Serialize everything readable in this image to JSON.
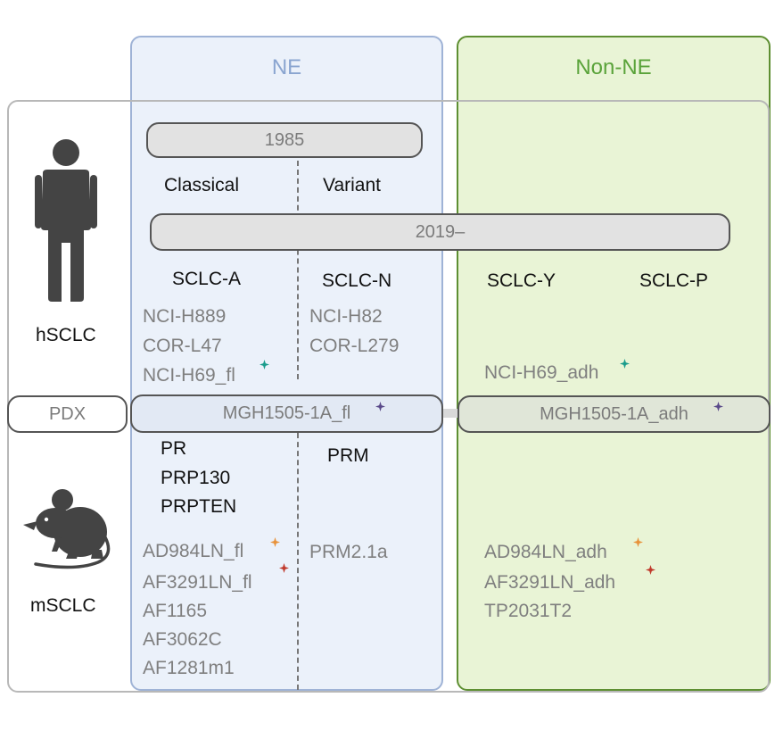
{
  "headers": {
    "ne": "NE",
    "non_ne": "Non-NE"
  },
  "eras": {
    "y1985": "1985",
    "y2019": "2019–"
  },
  "era_1985_subtypes": {
    "classical": "Classical",
    "variant": "Variant"
  },
  "subtypes_2019": {
    "a": "SCLC-A",
    "n": "SCLC-N",
    "y": "SCLC-Y",
    "p": "SCLC-P"
  },
  "row_labels": {
    "human": "hSCLC",
    "pdx": "PDX",
    "mouse": "mSCLC"
  },
  "human_lines": {
    "sclc_a": [
      "NCI-H889",
      "COR-L47",
      "NCI-H69_fl"
    ],
    "sclc_n": [
      "NCI-H82",
      "COR-L279"
    ],
    "non_ne": [
      "NCI-H69_adh"
    ]
  },
  "pdx": {
    "ne": "MGH1505-1A_fl",
    "non_ne": "MGH1505-1A_adh"
  },
  "mouse_models": {
    "ne_a": [
      "PR",
      "PRP130",
      "PRPTEN"
    ],
    "ne_n": [
      "PRM"
    ]
  },
  "mouse_lines": {
    "ne_a": [
      "AD984LN_fl",
      "AF3291LN_fl",
      "AF1165",
      "AF3062C",
      "AF1281m1"
    ],
    "ne_n": [
      "PRM2.1a"
    ],
    "non_ne": [
      "AD984LN_adh",
      "AF3291LN_adh",
      "TP2031T2"
    ]
  },
  "colors": {
    "ne_border": "#9fb3d6",
    "ne_fill": "#ebf1fa",
    "ne_title": "#8aa5d0",
    "non_ne_border": "#5e8f32",
    "non_ne_fill": "#e9f4d6",
    "non_ne_title": "#5aa33a",
    "star_teal": "#1a9c8c",
    "star_purple": "#5a4a8a",
    "star_orange": "#e8923a",
    "star_red": "#c0392b"
  }
}
